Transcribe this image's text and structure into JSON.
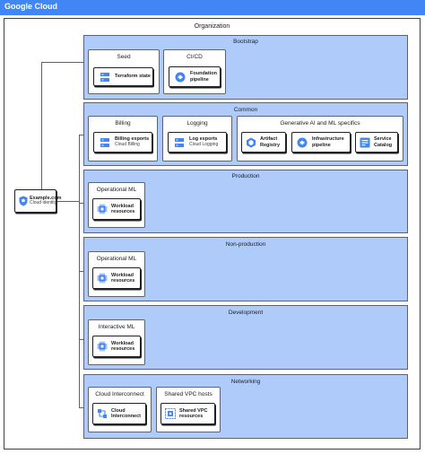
{
  "header": {
    "brand": "Google Cloud"
  },
  "org": {
    "title": "Organization"
  },
  "identity": {
    "main": "Example.com",
    "sub": "Cloud identity"
  },
  "bootstrap": {
    "title": "Bootstrap",
    "seed": {
      "title": "Seed",
      "card": {
        "main": "Terraform state"
      }
    },
    "cicd": {
      "title": "CI/CD",
      "card": {
        "main1": "Foundation",
        "main2": "pipeline"
      }
    }
  },
  "common": {
    "title": "Common",
    "billing": {
      "title": "Billing",
      "card": {
        "main": "Billing exports",
        "sub": "Cloud Billing"
      }
    },
    "logging": {
      "title": "Logging",
      "card": {
        "main": "Log exports",
        "sub": "Cloud Logging"
      }
    },
    "genai": {
      "title": "Generative AI and ML specifics",
      "cards": [
        {
          "main1": "Artifact",
          "main2": "Registry"
        },
        {
          "main1": "Infrastructure",
          "main2": "pipeline"
        },
        {
          "main1": "Service",
          "main2": "Catalog"
        }
      ]
    }
  },
  "production": {
    "title": "Production",
    "group": "Operational ML",
    "card": {
      "main1": "Workload",
      "main2": "resources"
    }
  },
  "nonproduction": {
    "title": "Non-production",
    "group": "Operational ML",
    "card": {
      "main1": "Workload",
      "main2": "resources"
    }
  },
  "development": {
    "title": "Development",
    "group": "Interactive ML",
    "card": {
      "main1": "Workload",
      "main2": "resources"
    }
  },
  "networking": {
    "title": "Networking",
    "interconnect": {
      "title": "Cloud Interconnect",
      "card": {
        "main1": "Cloud",
        "main2": "Interconnect"
      }
    },
    "sharedvpc": {
      "title": "Shared VPC hosts",
      "card": {
        "main1": "Shared VPC",
        "main2": "resources"
      }
    }
  },
  "colors": {
    "header": "#4285f4",
    "section": "#aecbfa",
    "icon": "#4285f4"
  }
}
